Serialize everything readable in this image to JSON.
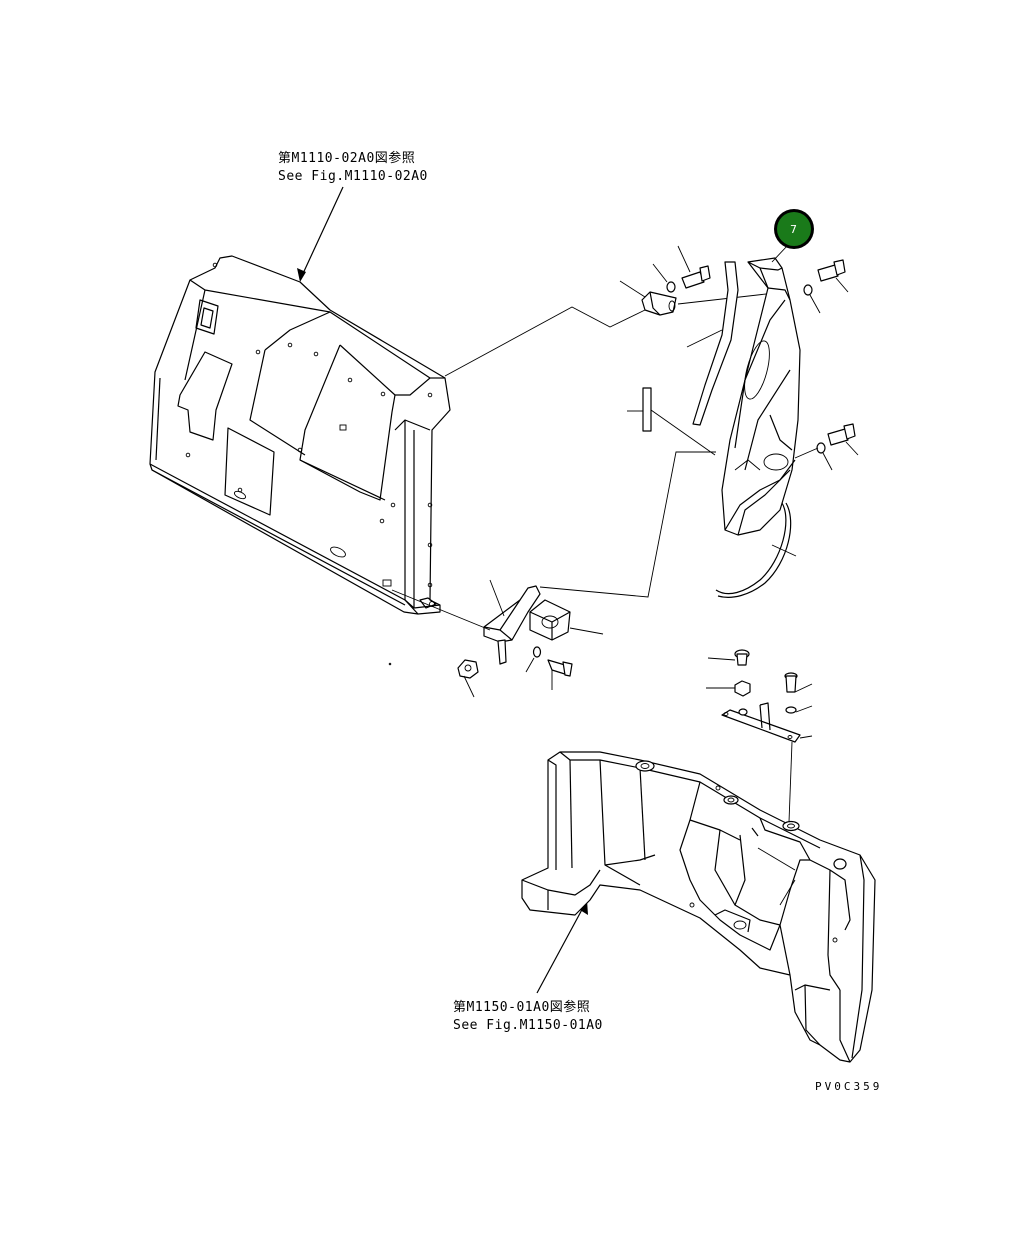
{
  "references": {
    "top_jp": "第M1110-02A0図参照",
    "top_en": "See Fig.M1110-02A0",
    "bottom_jp": "第M1150-01A0図参照",
    "bottom_en": "See Fig.M1150-01A0"
  },
  "callout": {
    "number": "7",
    "color": "#1a7a1a"
  },
  "drawing_code": "PV0C359",
  "colors": {
    "line": "#000000",
    "background": "#ffffff",
    "callout_fill": "#1a7a1a",
    "callout_ring": "#000000"
  }
}
